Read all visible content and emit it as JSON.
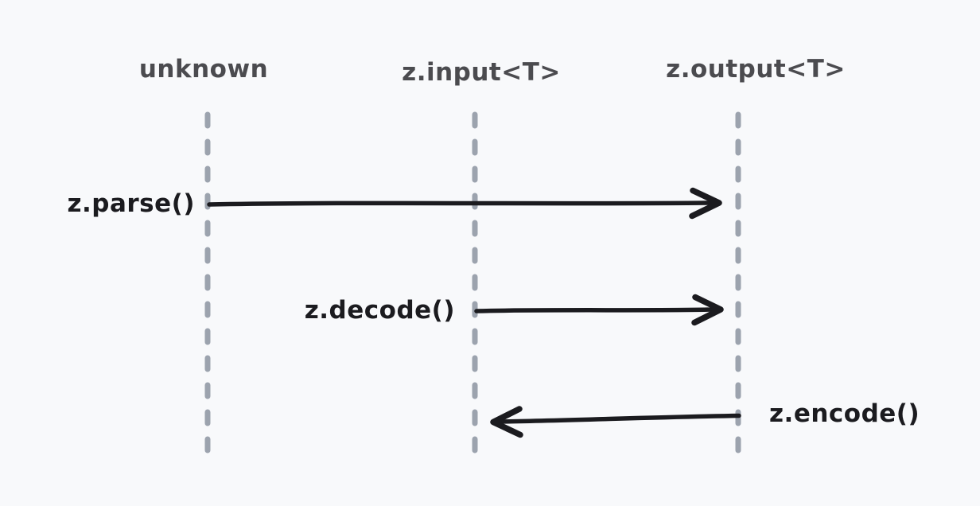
{
  "diagram": {
    "type": "sequence-diagram",
    "lifelines": [
      {
        "label": "unknown"
      },
      {
        "label": "z.input<T>"
      },
      {
        "label": "z.output<T>"
      }
    ],
    "messages": [
      {
        "label": "z.parse()",
        "from": "unknown",
        "to": "z.output<T>",
        "direction": "right"
      },
      {
        "label": "z.decode()",
        "from": "z.input<T>",
        "to": "z.output<T>",
        "direction": "right"
      },
      {
        "label": "z.encode()",
        "from": "z.output<T>",
        "to": "z.input<T>",
        "direction": "left"
      }
    ],
    "colors": {
      "background": "#f8f9fb",
      "lifeline": "#9ca3ae",
      "heading_text": "#4b4b4f",
      "message_text": "#1b1b1f",
      "arrow": "#1b1b1f"
    }
  }
}
